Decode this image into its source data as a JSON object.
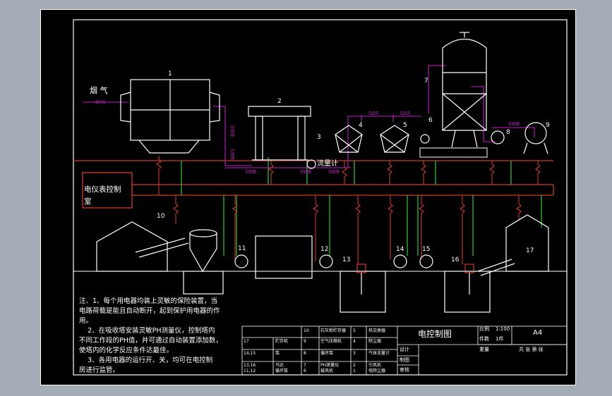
{
  "labels": {
    "flue_gas": "烟 气",
    "gas": "GAS",
    "swb": "SWB",
    "flowmeter": "流量计",
    "control_room_1": "电仪表控制",
    "control_room_2": "室"
  },
  "equipment_numbers": [
    "1",
    "2",
    "3",
    "4",
    "5",
    "6",
    "7",
    "8",
    "9",
    "10",
    "11",
    "12",
    "13",
    "14",
    "15",
    "16",
    "17"
  ],
  "notes": [
    "注、1、每个用电器均装上灵敏的保险装置，当",
    "电路荷载是能且自动断开，起到保护用电器的作",
    "用。",
    "    2、在吸收塔安装灵敏PH测量仪，控制塔内",
    "不同工作段的PH值，并可通过自动装置添加数，",
    "使塔内的化学反应条件达最佳。",
    "    3、各用电器的运行开、关，均可在电控制",
    "房进行监管。"
  ],
  "title_block": {
    "title": "电控制图",
    "scale_label": "比例",
    "scale": "1:100",
    "qty_label": "件数",
    "qty": "1件",
    "size": "A4",
    "weight_label": "重量",
    "sheets": "共 张 第 张",
    "design": "设计",
    "drawing": "制图",
    "review": "审核"
  },
  "parts_table": [
    {
      "no": "17",
      "name": "贮存机"
    },
    {
      "no": "14,15",
      "name": "泵"
    },
    {
      "no": "13,16",
      "name": "马达"
    },
    {
      "no": "11,12",
      "name": "循环泵"
    },
    {
      "no": "10",
      "name": "石灰粉贮存器"
    },
    {
      "no": "9",
      "name": "空气压缩机"
    },
    {
      "no": "8",
      "name": "循环泵"
    },
    {
      "no": "7",
      "name": "PH测量仪"
    },
    {
      "no": "6",
      "name": "鼓风机"
    },
    {
      "no": "5",
      "name": "热交换器"
    },
    {
      "no": "4",
      "name": "除尘器"
    },
    {
      "no": "3",
      "name": "气体流量计"
    },
    {
      "no": "2",
      "name": "引风机"
    },
    {
      "no": "1",
      "name": "电除尘器"
    }
  ]
}
